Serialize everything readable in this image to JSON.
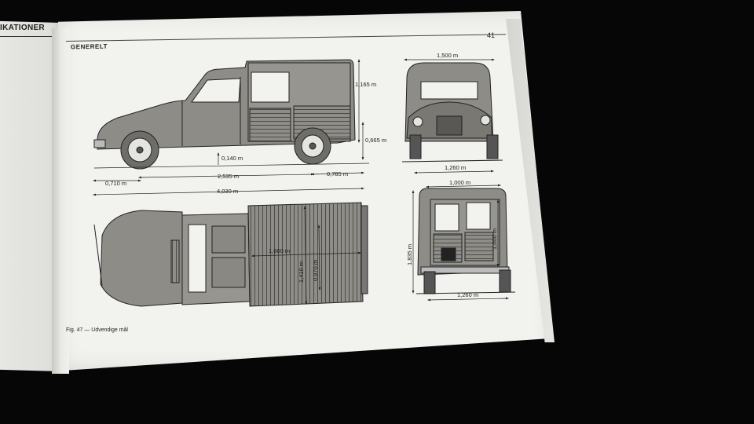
{
  "header": {
    "left_section": "IKATIONER",
    "right_section": "GENERELT",
    "page_number": "41"
  },
  "figure": {
    "caption": "Fig. 47 — Udvendige mål"
  },
  "dimensions": {
    "side_height": "1,165 m",
    "side_rear_height": "0,665 m",
    "ground_clearance": "0,140 m",
    "front_overhang": "0,710 m",
    "wheelbase": "2,535 m",
    "rear_overhang": "0,785 m",
    "overall_length": "4,030 m",
    "front_width": "1,500 m",
    "front_track": "1,260 m",
    "rear_door_width": "1,000 m",
    "overall_height": "1,835 m",
    "rear_door_height": "1,000 m",
    "rear_track": "1,260 m",
    "cargo_length": "1,660 m",
    "cargo_width_outer": "1,410 m",
    "cargo_width_inner": "0,970 m"
  },
  "colors": {
    "paper": "#f2f3ef",
    "ink": "#1c1c1c",
    "body_tone": "#8e8c86",
    "background": "#060606"
  }
}
